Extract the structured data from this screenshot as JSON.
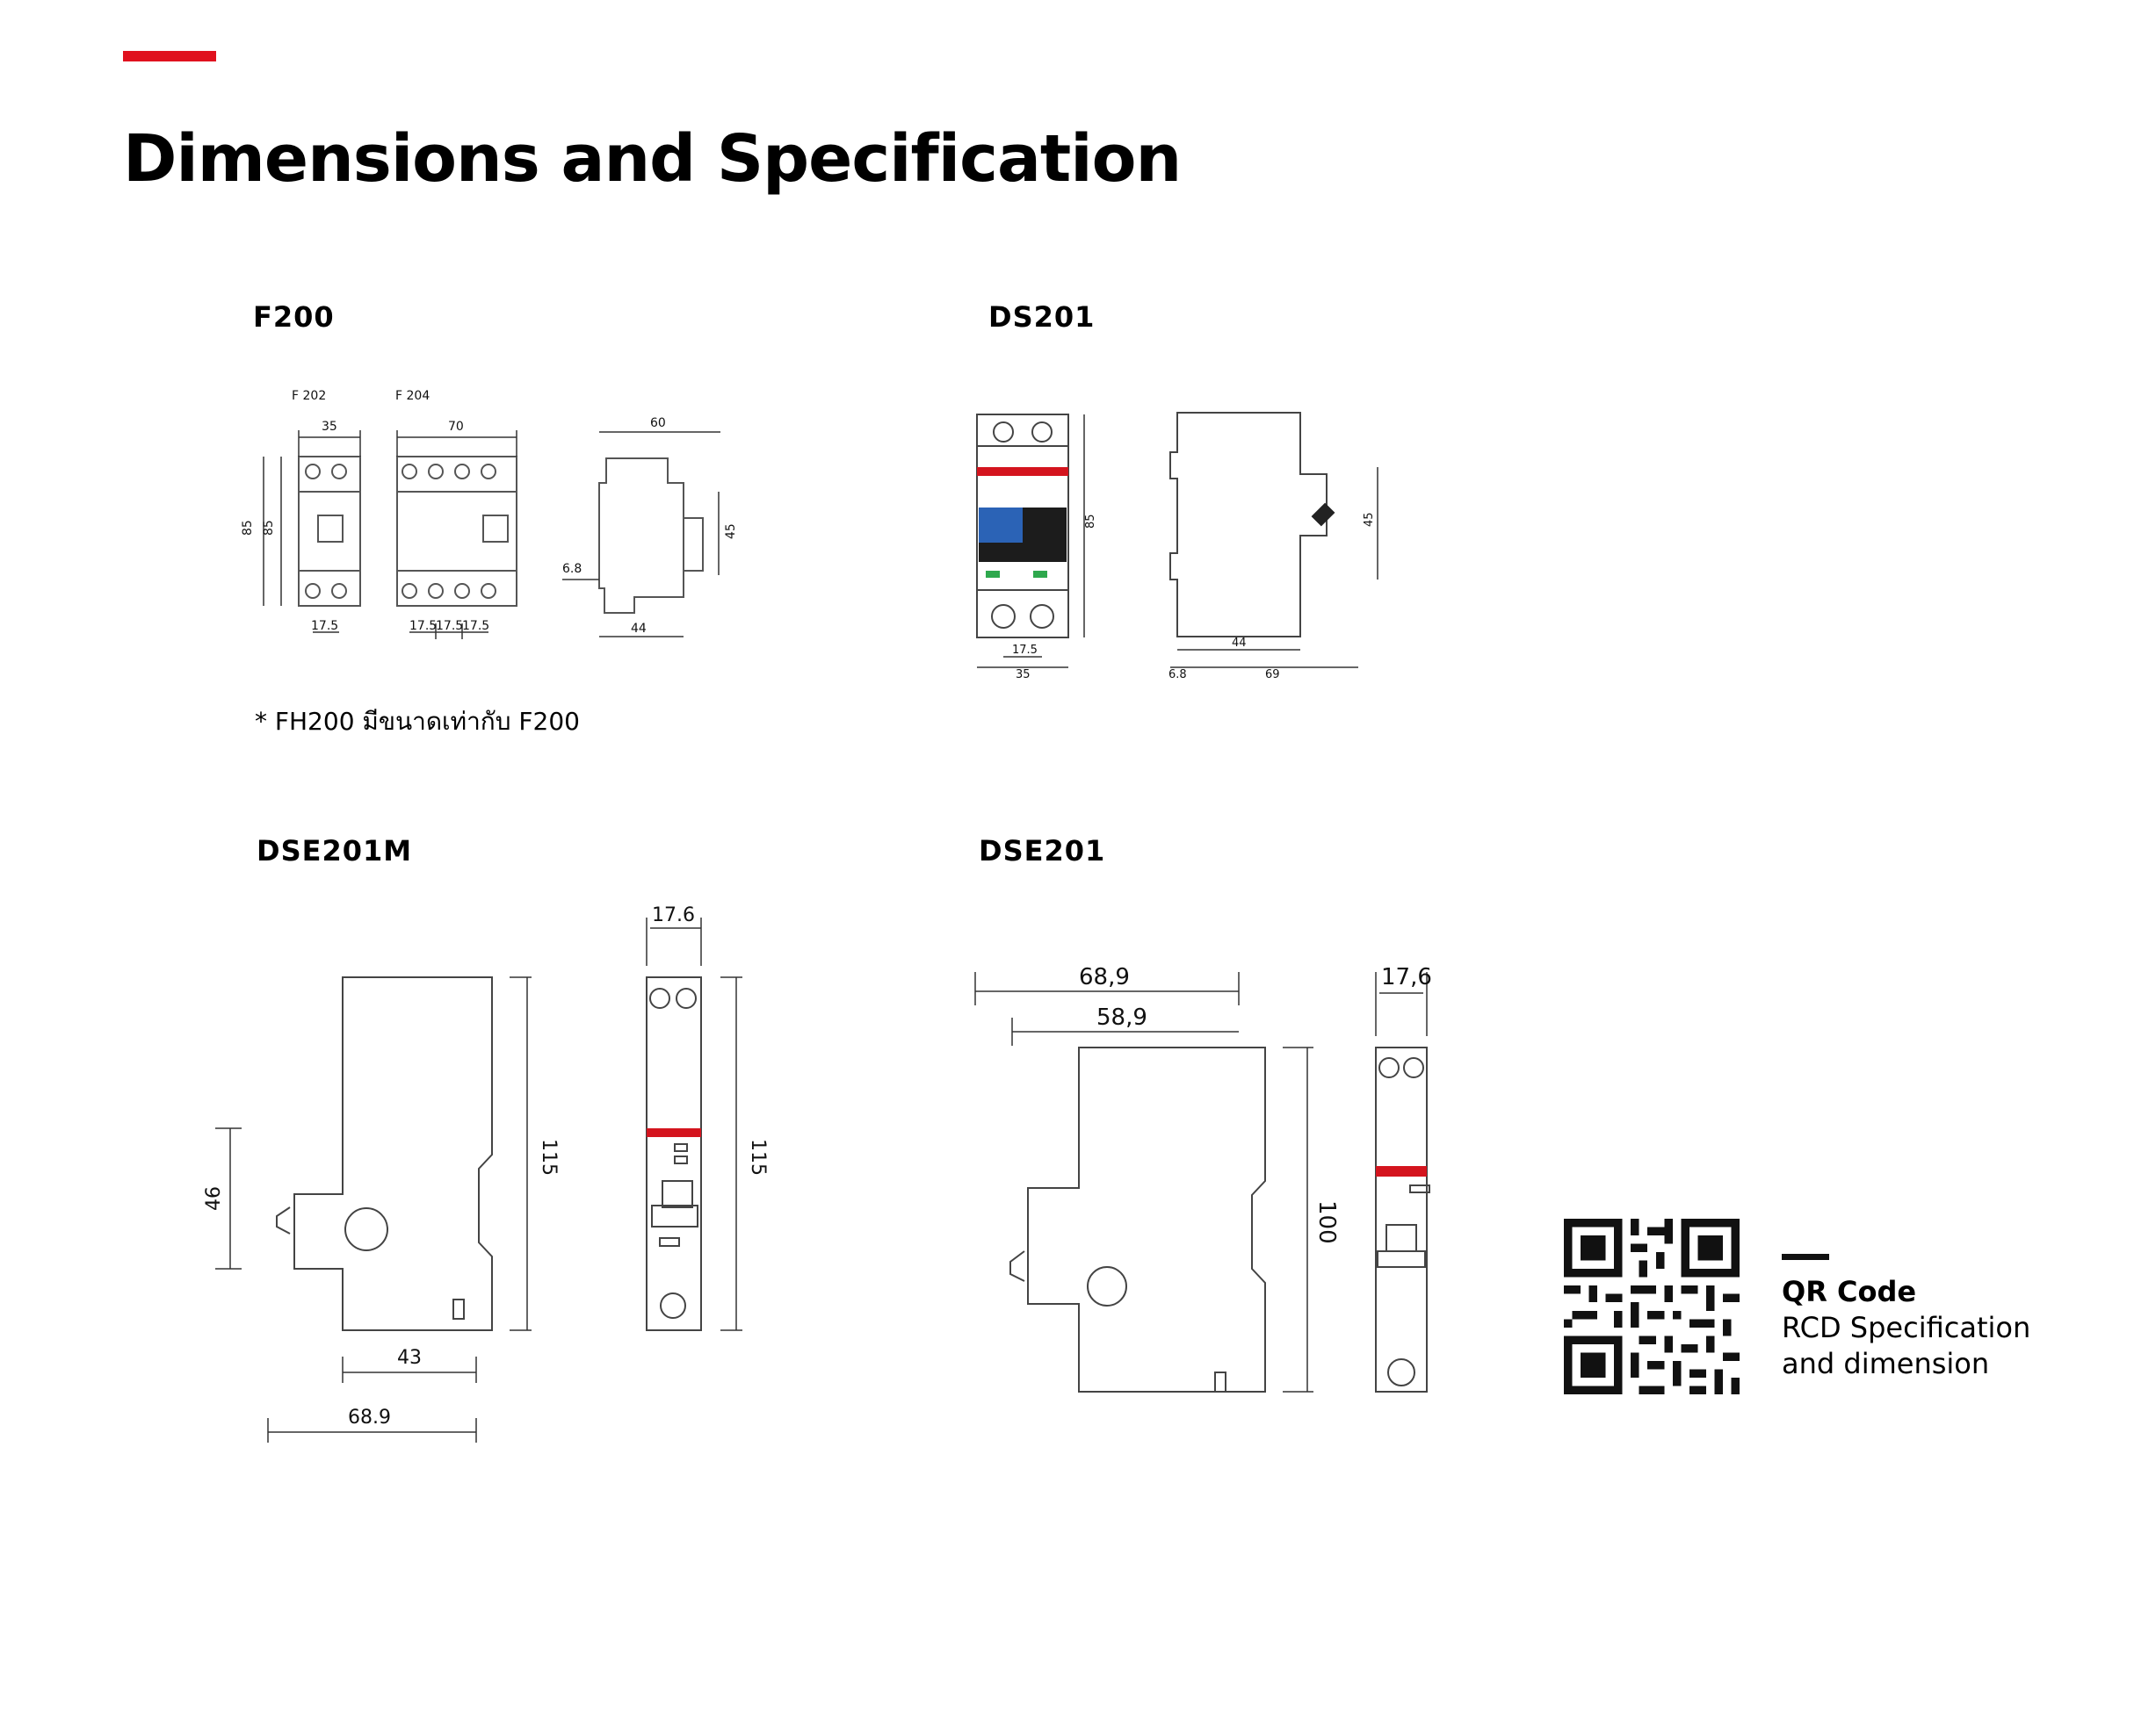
{
  "header": {
    "title": "Dimensions and Specification",
    "accent_color": "#e0111e"
  },
  "sections": {
    "f200": {
      "label": "F200",
      "note": "* FH200 มีขนาดเท่ากับ F200",
      "dims": {
        "f202": "F 202",
        "f204": "F 204",
        "w35": "35",
        "w70": "70",
        "h85": "85",
        "h85b": "85",
        "p175a": "17.5",
        "p175b": "17.5",
        "p175c": "17.5",
        "p175d": "17.5",
        "d60": "60",
        "d45": "45",
        "d68": "6.8",
        "d44": "44"
      }
    },
    "ds201": {
      "label": "DS201",
      "dims": {
        "h85": "85",
        "p175": "17.5",
        "w35": "35",
        "d45": "45",
        "d44": "44",
        "d68": "6.8",
        "d69": "69"
      }
    },
    "dse201m": {
      "label": "DSE201M",
      "dims": {
        "w176": "17.6",
        "h115a": "115",
        "h115b": "115",
        "h46": "46",
        "w43": "43",
        "w689": "68.9"
      }
    },
    "dse201": {
      "label": "DSE201",
      "dims": {
        "w689": "68,9",
        "w589": "58,9",
        "w176": "17,6",
        "h100": "100"
      }
    }
  },
  "qr": {
    "icon": "qr-code-icon",
    "title": "QR Code",
    "subtitle_line1": "RCD Specification",
    "subtitle_line2": "and dimension"
  }
}
